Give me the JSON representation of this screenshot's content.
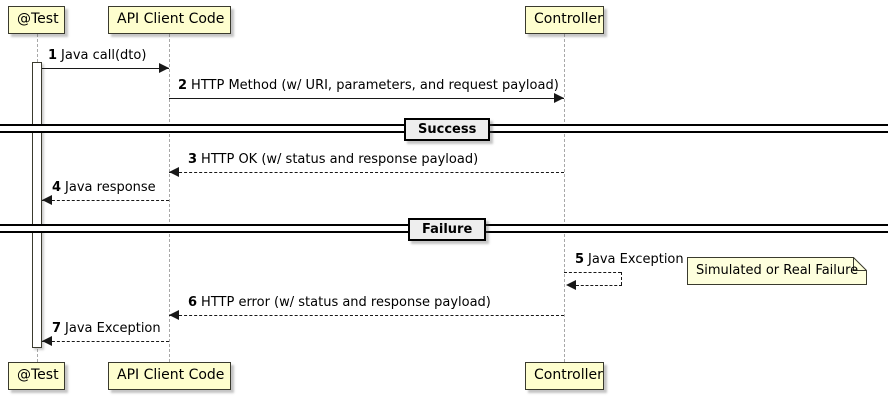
{
  "diagram": {
    "type": "sequence-diagram",
    "participants": [
      {
        "label": "@Test"
      },
      {
        "label": "API Client Code"
      },
      {
        "label": "Controller"
      }
    ],
    "messages": [
      {
        "num": "1",
        "label": "Java call(dto)"
      },
      {
        "num": "2",
        "label": "HTTP Method (w/ URI, parameters, and request payload)"
      },
      {
        "num": "3",
        "label": "HTTP OK (w/ status and response payload)"
      },
      {
        "num": "4",
        "label": "Java response"
      },
      {
        "num": "5",
        "label": "Java Exception"
      },
      {
        "num": "6",
        "label": "HTTP error (w/ status and response payload)"
      },
      {
        "num": "7",
        "label": "Java Exception"
      }
    ],
    "dividers": [
      {
        "label": "Success"
      },
      {
        "label": "Failure"
      }
    ],
    "note": {
      "label": "Simulated or Real Failure"
    },
    "colors": {
      "participant_fill": "#FEFECE",
      "participant_border": "#3A3A2E",
      "note_fill": "#FEFFDD",
      "arrow": "#181818",
      "lifeline": "#A8A8A8",
      "divider_fill": "#EEEEEE"
    }
  }
}
